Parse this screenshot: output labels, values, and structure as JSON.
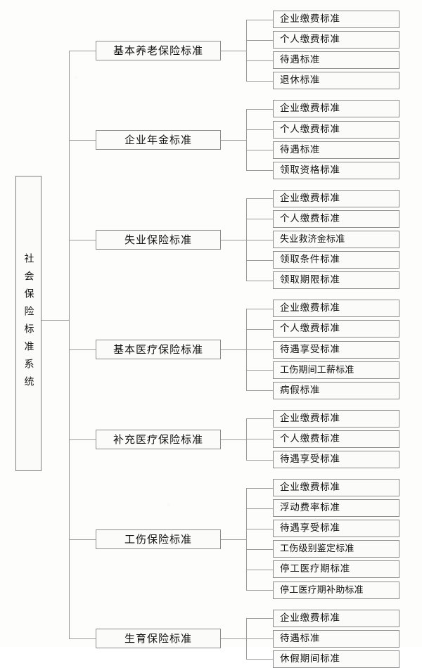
{
  "diagram": {
    "type": "tree",
    "title": "社会保险标准系统",
    "orientation": "left-to-right",
    "root": {
      "label": "社会保险标准系统"
    },
    "branches": [
      {
        "label": "基本养老保险标准",
        "leaves": [
          "企业缴费标准",
          "个人缴费标准",
          "待遇标准",
          "退休标准"
        ]
      },
      {
        "label": "企业年金标准",
        "leaves": [
          "企业缴费标准",
          "个人缴费标准",
          "待遇标准",
          "领取资格标准"
        ]
      },
      {
        "label": "失业保险标准",
        "leaves": [
          "企业缴费标准",
          "个人缴费标准",
          "失业救济金标准",
          "领取条件标准",
          "领取期限标准"
        ]
      },
      {
        "label": "基本医疗保险标准",
        "leaves": [
          "企业缴费标准",
          "个人缴费标准",
          "待遇享受标准",
          "工伤期间工薪标准",
          "病假标准"
        ]
      },
      {
        "label": "补充医疗保险标准",
        "leaves": [
          "企业缴费标准",
          "个人缴费标准",
          "待遇享受标准"
        ]
      },
      {
        "label": "工伤保险标准",
        "leaves": [
          "企业缴费标准",
          "浮动费率标准",
          "待遇享受标准",
          "工伤级别鉴定标准",
          "停工医疗期标准",
          "停工医疗期补助标准"
        ]
      },
      {
        "label": "生育保险标准",
        "leaves": [
          "企业缴费标准",
          "待遇标准",
          "休假期间标准"
        ]
      }
    ],
    "colors": {
      "line": "#9a9a9a",
      "box_border": "#8c8c8c",
      "box_fill": "#fbfbfa",
      "text": "#141414",
      "background": "#fdfdfc"
    }
  }
}
